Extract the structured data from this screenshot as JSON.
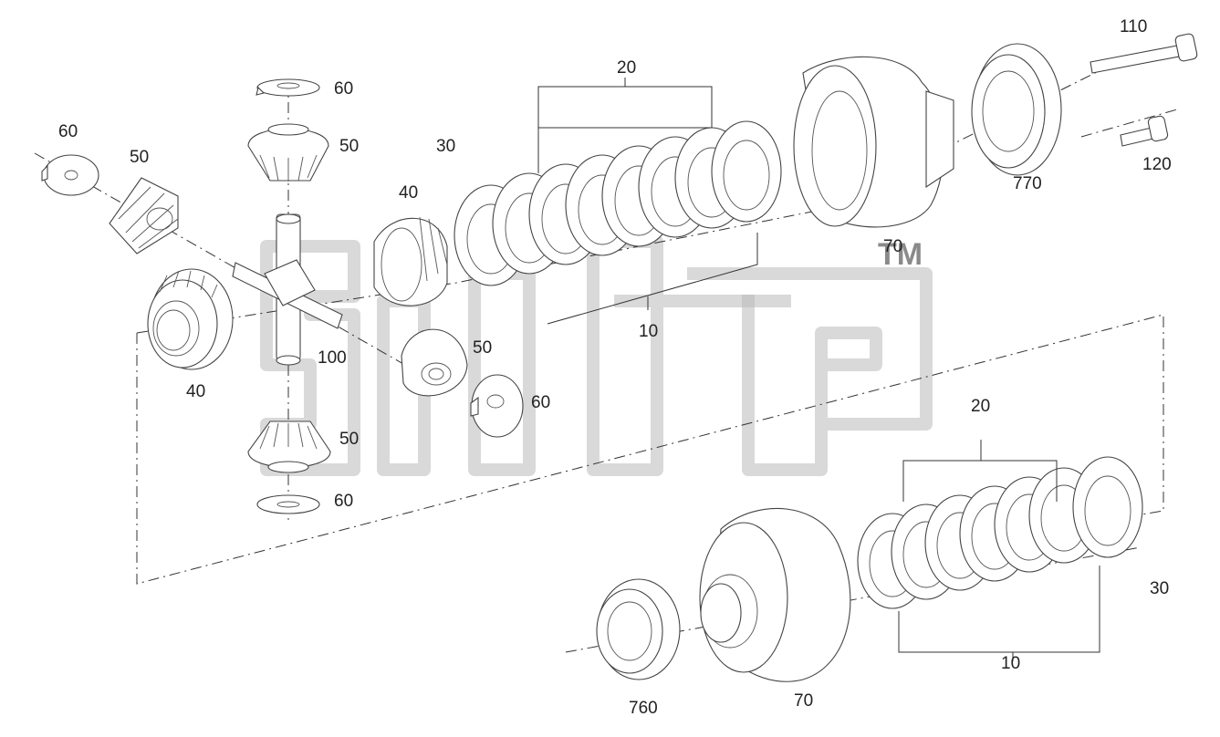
{
  "labels": {
    "l60a": "60",
    "l50a": "50",
    "l60b": "60",
    "l50b": "50",
    "l40a": "40",
    "l40b": "40",
    "l100": "100",
    "l50c": "50",
    "l60c": "60",
    "l50d": "50",
    "l60d": "60",
    "l30a": "30",
    "l20a": "20",
    "l10a": "10",
    "l70a": "70",
    "l770": "770",
    "l110": "110",
    "l120": "120",
    "l20b": "20",
    "l10b": "10",
    "l30b": "30",
    "l760": "760",
    "l70b": "70"
  },
  "watermark": {
    "tm": "TM"
  }
}
